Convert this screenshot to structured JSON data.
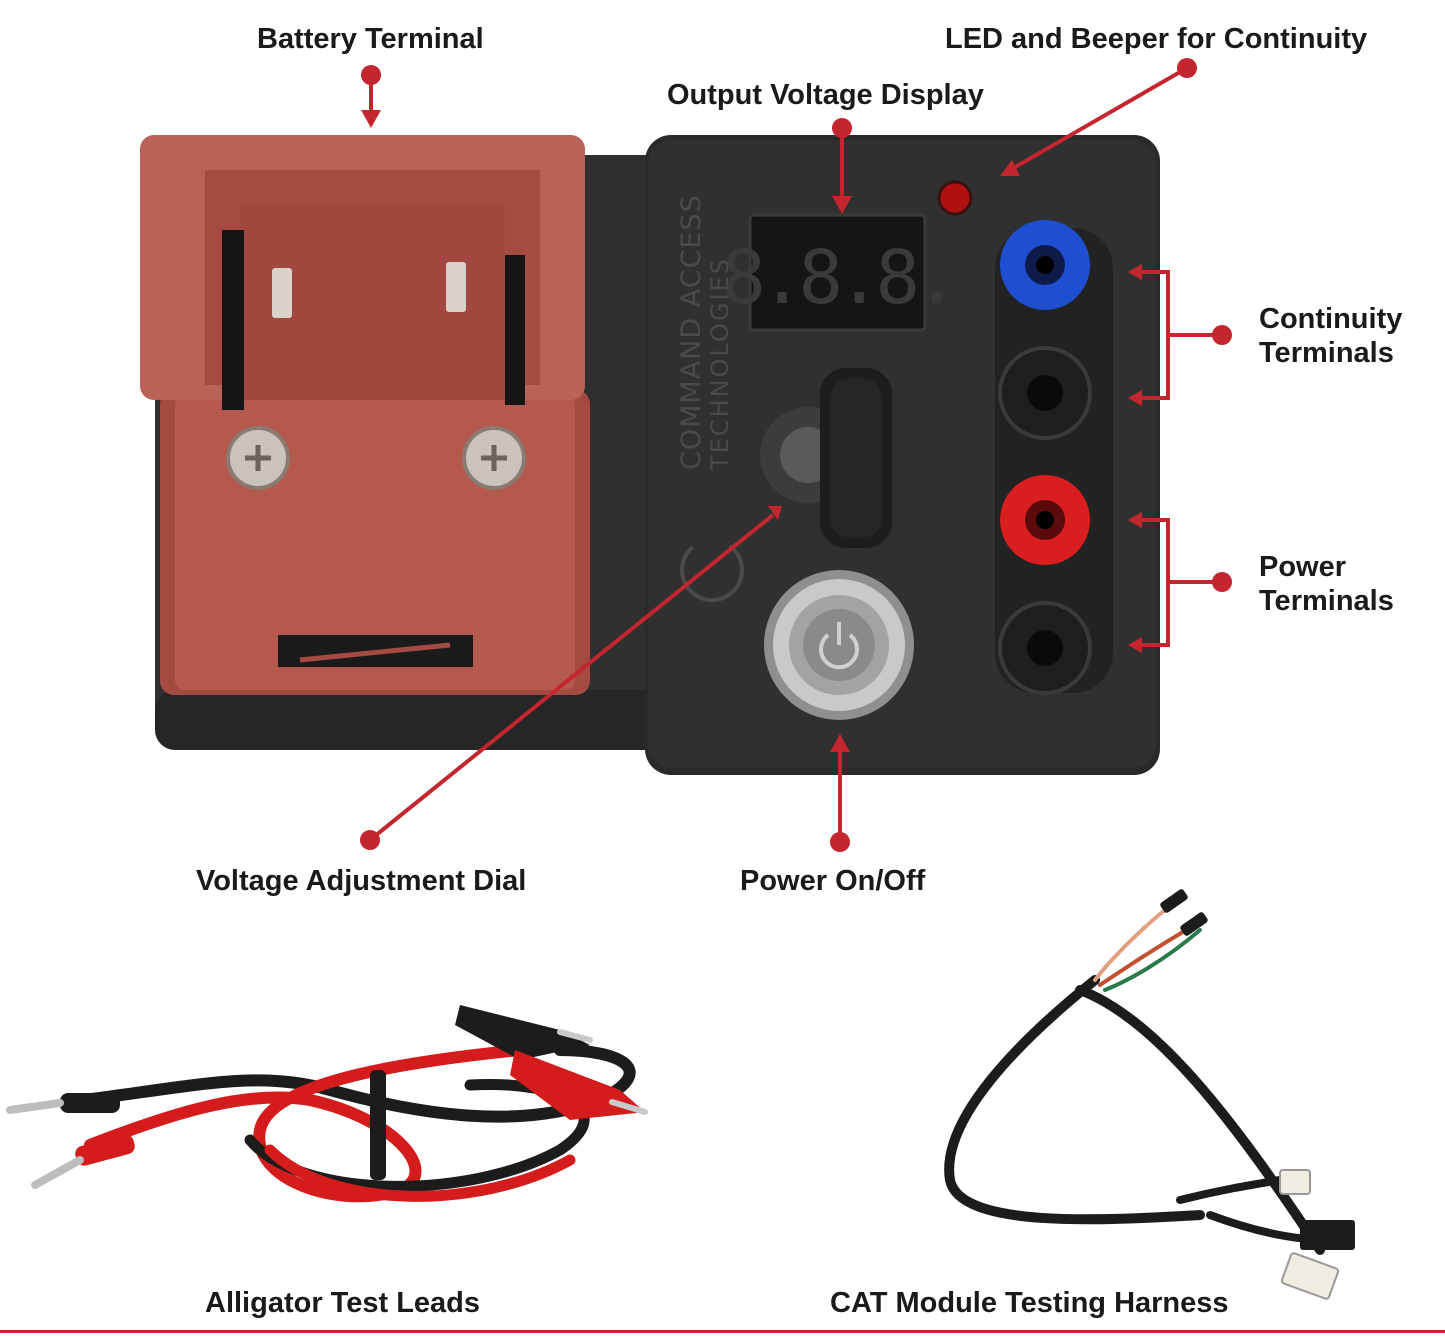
{
  "labels": {
    "battery_terminal": "Battery Terminal",
    "led_beeper": "LED and Beeper for Continuity",
    "output_voltage_display": "Output Voltage Display",
    "continuity_terminals": [
      "Continuity",
      "Terminals"
    ],
    "power_terminals": [
      "Power",
      "Terminals"
    ],
    "voltage_adjustment_dial": "Voltage Adjustment Dial",
    "power_on_off": "Power On/Off",
    "alligator_test_leads": "Alligator Test Leads",
    "cat_harness": "CAT Module Testing Harness"
  },
  "device": {
    "brand_line1": "COMMAND ACCESS",
    "brand_line2": "TECHNOLOGIES",
    "display_readout": "8.8.8."
  },
  "colors": {
    "callout": "#c3262e",
    "label_text": "#1a1a1a",
    "adapter": "#b5594f",
    "housing": "#2b2b2b",
    "terminal_blue": "#1f4fd1",
    "terminal_red": "#d81e1e",
    "terminal_black": "#1e1e1e",
    "led": "#b01010"
  }
}
